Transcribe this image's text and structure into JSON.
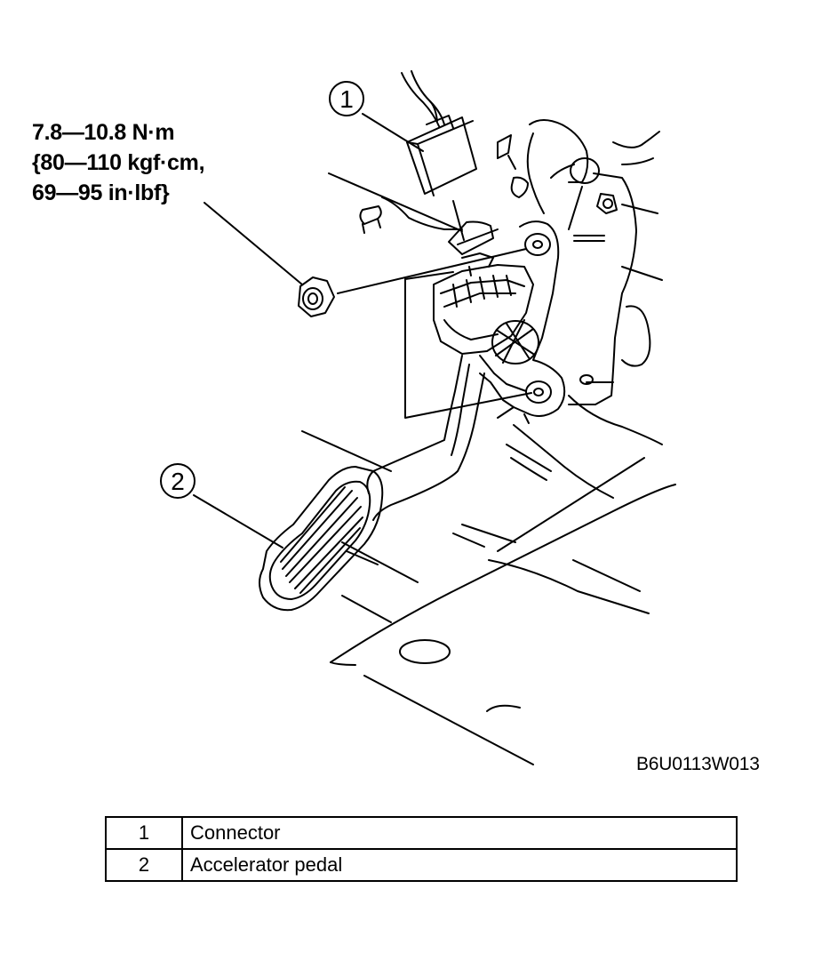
{
  "torque_spec": {
    "line1": "7.8—10.8 N·m",
    "line2": "{80—110 kgf·cm,",
    "line3": "69—95 in·lbf}"
  },
  "callouts": [
    {
      "number": "1"
    },
    {
      "number": "2"
    }
  ],
  "figure_code": "B6U0113W013",
  "legend": [
    {
      "number": "1",
      "label": "Connector"
    },
    {
      "number": "2",
      "label": "Accelerator pedal"
    }
  ]
}
